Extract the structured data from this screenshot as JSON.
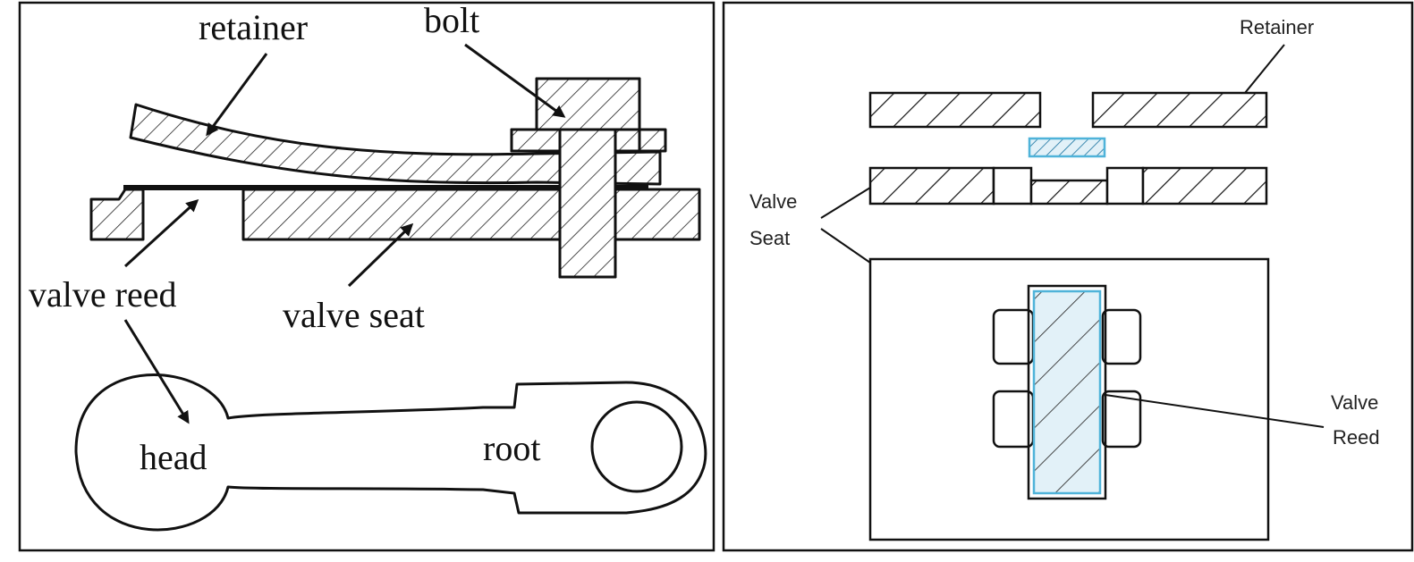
{
  "left_panel": {
    "labels": {
      "retainer": "retainer",
      "bolt": "bolt",
      "valve_reed": "valve reed",
      "valve_seat": "valve seat",
      "head": "head",
      "root": "root"
    }
  },
  "right_panel": {
    "labels": {
      "retainer": "Retainer",
      "valve_seat_line1": "Valve",
      "valve_seat_line2": "Seat",
      "valve_reed_line1": "Valve",
      "valve_reed_line2": "Reed"
    }
  },
  "colors": {
    "ink": "#111111",
    "reed_highlight": "#4fb3d9",
    "reed_fill": "#e2f1f8"
  }
}
